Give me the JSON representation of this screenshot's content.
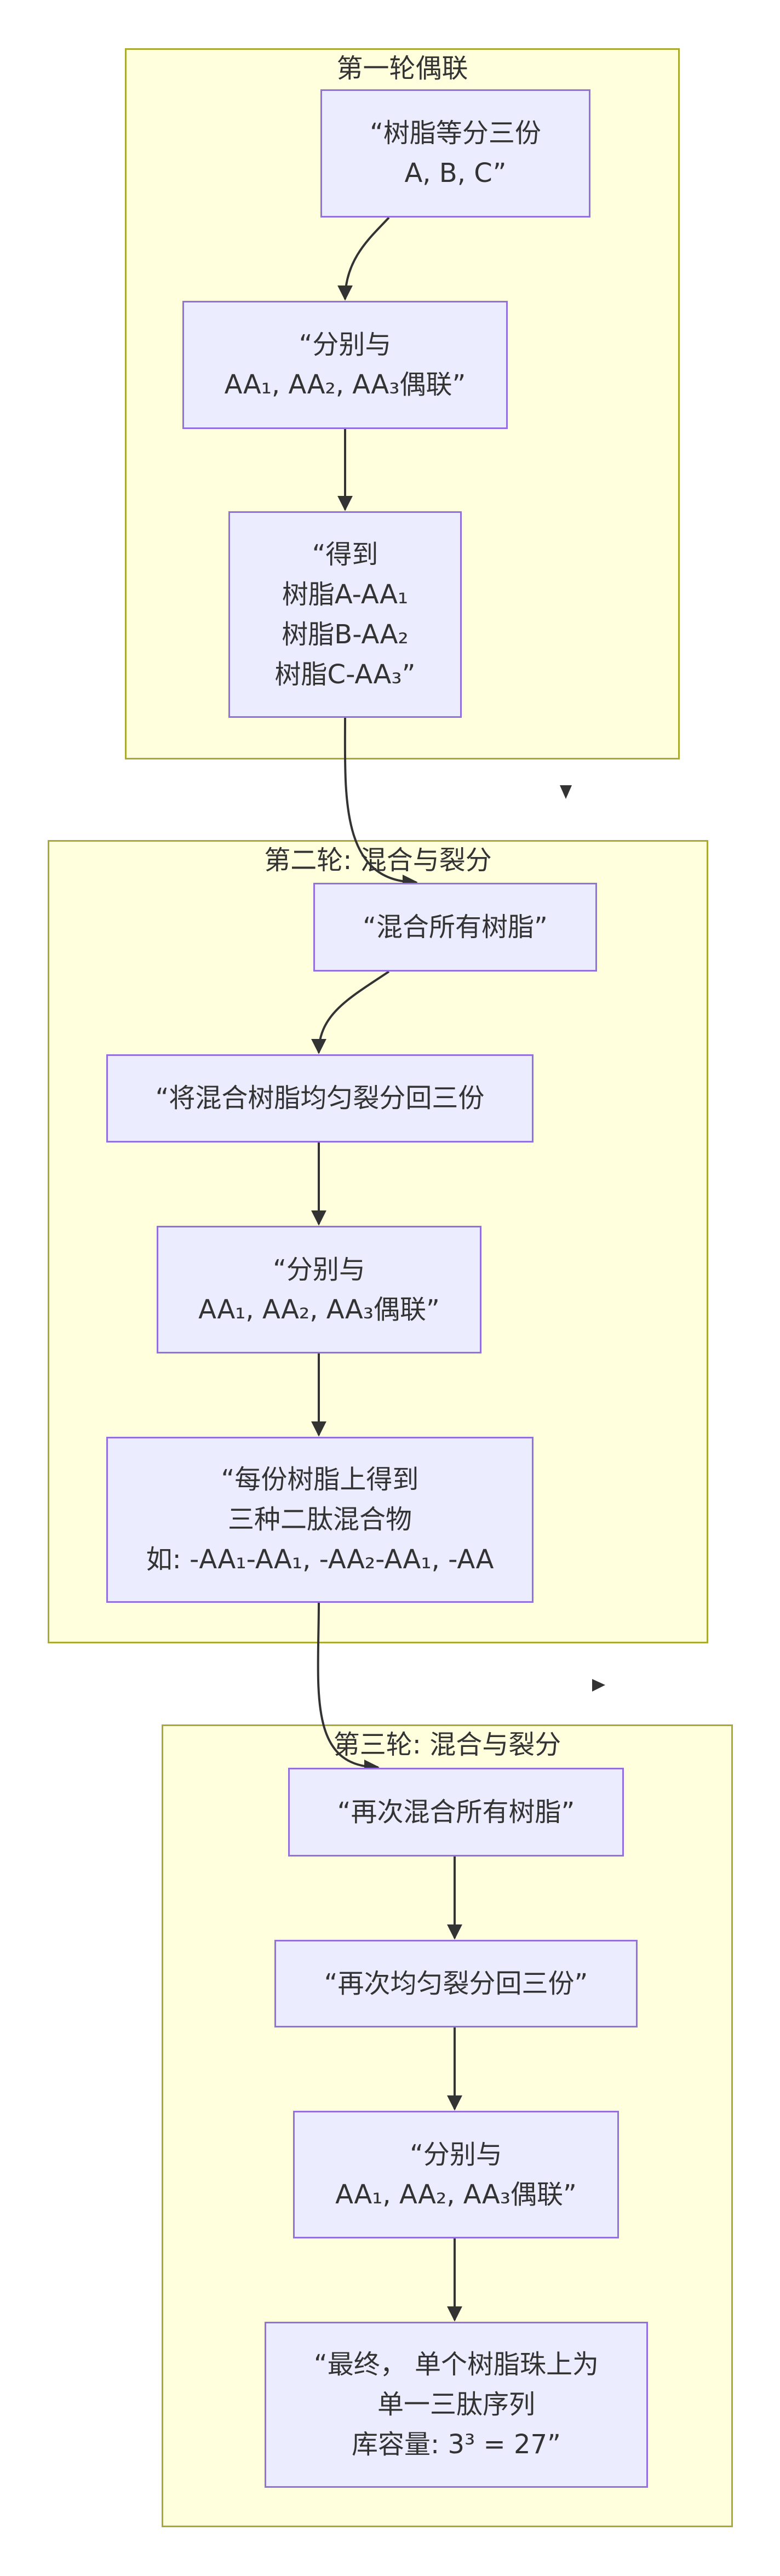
{
  "diagram": {
    "subgraphs": [
      {
        "id": "round1",
        "title": "第一轮偶联"
      },
      {
        "id": "round2",
        "title": "第二轮: 混合与裂分"
      },
      {
        "id": "round3",
        "title": "第三轮: 混合与裂分"
      }
    ],
    "nodes": [
      {
        "id": "n1",
        "text": "“树脂等分三份\nA, B, C”"
      },
      {
        "id": "n2",
        "text": "“分别与\nAA₁, AA₂, AA₃偶联”"
      },
      {
        "id": "n3",
        "text": "“得到\n树脂A-AA₁\n树脂B-AA₂\n树脂C-AA₃”"
      },
      {
        "id": "n4",
        "text": "“混合所有树脂”"
      },
      {
        "id": "n5",
        "text": "“将混合树脂均匀裂分回三份"
      },
      {
        "id": "n6",
        "text": "“分别与\nAA₁, AA₂, AA₃偶联”"
      },
      {
        "id": "n7",
        "text": "“每份树脂上得到\n三种二肽混合物\n如: -AA₁-AA₁, -AA₂-AA₁, -AA"
      },
      {
        "id": "n8",
        "text": "“再次混合所有树脂”"
      },
      {
        "id": "n9",
        "text": "“再次均匀裂分回三份”"
      },
      {
        "id": "n10",
        "text": "“分别与\nAA₁, AA₂, AA₃偶联”"
      },
      {
        "id": "n11",
        "text": "“最终， 单个树脂珠上为\n单一三肽序列\n库容量: 3³ = 27”"
      }
    ],
    "edges": [
      {
        "from": "n1",
        "to": "n2"
      },
      {
        "from": "n2",
        "to": "n3"
      },
      {
        "from": "n3",
        "to": "n4"
      },
      {
        "from": "n4",
        "to": "n5"
      },
      {
        "from": "n5",
        "to": "n6"
      },
      {
        "from": "n6",
        "to": "n7"
      },
      {
        "from": "n7",
        "to": "n8"
      },
      {
        "from": "n8",
        "to": "n9"
      },
      {
        "from": "n9",
        "to": "n10"
      },
      {
        "from": "n10",
        "to": "n11"
      }
    ],
    "colors": {
      "cluster_fill": "#ffffde",
      "cluster_stroke": "#aaaa33",
      "node_fill": "#ececff",
      "node_stroke": "#9370db",
      "edge": "#333333",
      "text": "#333333"
    }
  }
}
